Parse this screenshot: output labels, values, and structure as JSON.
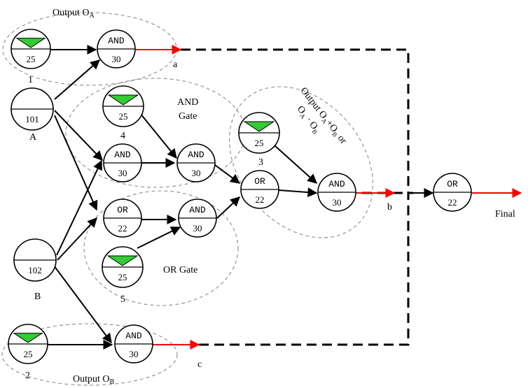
{
  "colors": {
    "token_fill": "#33cc33",
    "output_arrow": "#ff0000",
    "group_outline": "#8c8c8c"
  },
  "group_labels": {
    "output_a": "Output O",
    "output_a_sub": "A",
    "and_gate_line1": "AND",
    "and_gate_line2": "Gate",
    "or_gate": "OR Gate",
    "output_b": "Output O",
    "output_b_sub": "B",
    "combined_line1": "Output  O",
    "combined_line1_sub_a": "A",
    "combined_line1_plus": "+O",
    "combined_line1_sub_b": "B",
    "combined_line1_end": " or",
    "combined_line2": "O",
    "combined_line2_sub_a": "A",
    "combined_line2_dot": " · O",
    "combined_line2_sub_b": "B"
  },
  "point_labels": {
    "a": "a",
    "b": "b",
    "c": "c",
    "final": "Final"
  },
  "node_labels": {
    "one": "1",
    "two": "2",
    "three": "3",
    "four": "4",
    "five": "5",
    "A": "A",
    "B": "B"
  },
  "nodes": {
    "n1": {
      "top": "",
      "bottom": "25"
    },
    "andA": {
      "top": "AND",
      "bottom": "30"
    },
    "inA": {
      "top": "",
      "bottom": "101"
    },
    "n4": {
      "top": "",
      "bottom": "25"
    },
    "and1": {
      "top": "AND",
      "bottom": "30"
    },
    "and2": {
      "top": "AND",
      "bottom": "30"
    },
    "or1": {
      "top": "OR",
      "bottom": "22"
    },
    "and3": {
      "top": "AND",
      "bottom": "30"
    },
    "n5": {
      "top": "",
      "bottom": "25"
    },
    "inB": {
      "top": "",
      "bottom": "102"
    },
    "n2": {
      "top": "",
      "bottom": "25"
    },
    "andB": {
      "top": "AND",
      "bottom": "30"
    },
    "orMid": {
      "top": "OR",
      "bottom": "22"
    },
    "n3": {
      "top": "",
      "bottom": "25"
    },
    "andC": {
      "top": "AND",
      "bottom": "30"
    },
    "orFinal": {
      "top": "OR",
      "bottom": "22"
    }
  }
}
